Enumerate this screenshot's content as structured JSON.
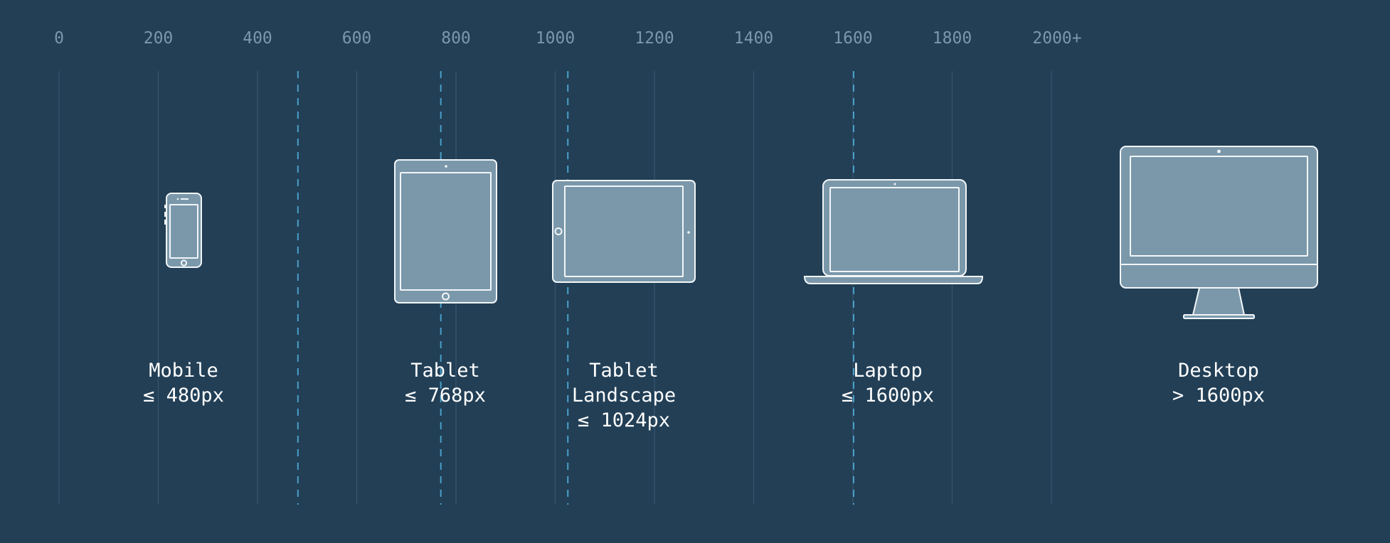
{
  "axis": {
    "ticks": [
      "0",
      "200",
      "400",
      "600",
      "800",
      "1000",
      "1200",
      "1400",
      "1600",
      "1800",
      "2000+"
    ],
    "breakpoints": [
      480,
      768,
      1024,
      1600
    ]
  },
  "colors": {
    "background": "#223f56",
    "grid": "#35536a",
    "breakpoint": "#4aa0c8",
    "device_fill": "#7b98ab",
    "device_outline": "#f2f6f8",
    "tick_text": "#7b98ab",
    "label_text": "#ffffff"
  },
  "devices": [
    {
      "name": "mobile",
      "icon": "phone-icon",
      "lines": [
        "Mobile",
        "≤ 480px"
      ]
    },
    {
      "name": "tablet",
      "icon": "tablet-portrait-icon",
      "lines": [
        "Tablet",
        "≤ 768px"
      ]
    },
    {
      "name": "tablet-landscape",
      "icon": "tablet-landscape-icon",
      "lines": [
        "Tablet",
        "Landscape",
        "≤ 1024px"
      ]
    },
    {
      "name": "laptop",
      "icon": "laptop-icon",
      "lines": [
        "Laptop",
        "≤ 1600px"
      ]
    },
    {
      "name": "desktop",
      "icon": "desktop-monitor-icon",
      "lines": [
        "Desktop",
        "> 1600px"
      ]
    }
  ]
}
